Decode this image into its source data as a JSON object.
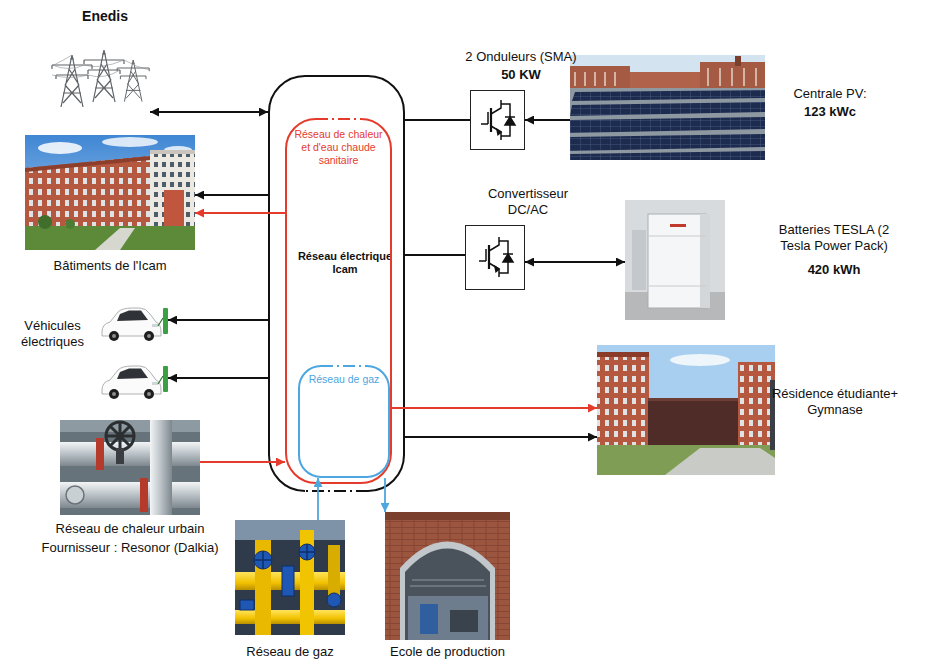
{
  "diagram": {
    "nodes": [
      {
        "text": [
          "Réseau électrique Icam"
        ]
      },
      {
        "text": [
          "Réseau de chaleur et d'eau chaude sanitaire"
        ],
        "in": 0
      },
      {
        "text": [
          "Réseau de gaz"
        ],
        "in": 1
      },
      {
        "text": [
          "Enedis"
        ]
      },
      {
        "text": [
          "Bâtiments de l'Icam"
        ]
      },
      {
        "text": [
          "Véhicules électriques"
        ]
      },
      {
        "text": [
          "Réseau de chaleur urbain",
          "Fournisseur : Resonor (Dalkia)"
        ]
      },
      {
        "text": [
          "Réseau de gaz"
        ]
      },
      {
        "text": [
          "Ecole de production"
        ]
      },
      {
        "text": [
          "Résidence étudiante+ Gymnase"
        ]
      },
      {
        "text": [
          "Batteries TESLA (2 Tesla Power Pack)",
          "420 kWh"
        ]
      },
      {
        "text": [
          "Convertisseur DC/AC"
        ]
      },
      {
        "text": [
          "2 Onduleurs (SMA)",
          "50 KW"
        ]
      },
      {
        "text": [
          "Centrale PV:",
          "123 kWc"
        ]
      }
    ],
    "edges": [
      {
        "from": 3,
        "to": 0,
        "arrow": "both"
      },
      {
        "from": 0,
        "to": 4,
        "arrow": "to"
      },
      {
        "from": 1,
        "to": 4,
        "arrow": "to"
      },
      {
        "from": 0,
        "to": 5,
        "arrow": "to"
      },
      {
        "from": 0,
        "to": 5,
        "arrow": "to"
      },
      {
        "from": 6,
        "to": 1,
        "arrow": "to"
      },
      {
        "from": 7,
        "to": 2,
        "arrow": "to"
      },
      {
        "from": 2,
        "to": 8,
        "arrow": "to"
      },
      {
        "from": 1,
        "to": 9,
        "arrow": "to"
      },
      {
        "from": 0,
        "to": 9,
        "arrow": "to"
      },
      {
        "from": 13,
        "to": 12,
        "arrow": "to"
      },
      {
        "from": 12,
        "to": 0,
        "arrow": "none"
      },
      {
        "from": 11,
        "to": 0,
        "arrow": "none"
      },
      {
        "from": 10,
        "to": 11,
        "arrow": "both"
      }
    ]
  }
}
